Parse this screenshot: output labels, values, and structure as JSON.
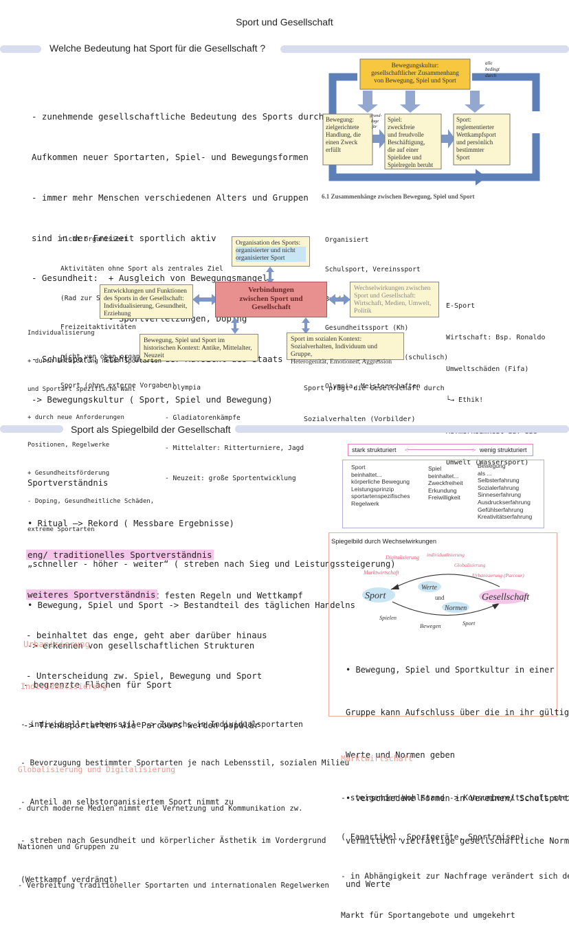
{
  "page_title": "Sport und Gesellschaft",
  "section1": {
    "heading": "Welche Bedeutung hat Sport für die Gesellschaft ?",
    "lines": [
      "- zunehmende gesellschaftliche Bedeutung des Sports durch",
      "Aufkommen neuer Sportarten, Spiel- und Bewegungsformen",
      "- immer mehr Menschen verschiedenen Alters und Gruppen",
      "sind in der Freizeit sportlich aktiv",
      "- Gesundheit:  + Ausgleich von Bewegungsmangel",
      "               - Sportverletzungen, Doping",
      "- Schulsport: steht unter der Aufsicht des Staats",
      "-> Bewegungskultur ( Sport, Spiel und Bewegung)"
    ]
  },
  "figure61": {
    "top_box": [
      "Bewegungskultur:",
      "gesellschaftlicher Zusammenhang",
      "von Bewegung, Spiel und Sport"
    ],
    "left_box": [
      "Bewegung:",
      "zielgerichtete",
      "Handlung, die",
      "einen Zweck",
      "erfüllt"
    ],
    "mid_box": [
      "Spiel:",
      "zweckfreie",
      "und freudvolle",
      "Beschäftigung,",
      "die auf einer",
      "Spielidee und",
      "Spielregeln beruht"
    ],
    "right_box": [
      "Sport:",
      "reglementierter",
      "Wettkampfsport",
      "und persönlich",
      "bestimmter",
      "Sport"
    ],
    "handnote_top": [
      "alle",
      "bedingt",
      "durch"
    ],
    "handnote_arrow": [
      "grund-",
      "lage",
      "für"
    ],
    "caption": "6.1 Zusammenhänge zwischen Bewegung, Spiel und Sport"
  },
  "mindmap": {
    "center": [
      "Verbindungen",
      "zwischen Sport und",
      "Gesellschaft"
    ],
    "top_box": [
      "Organisation des Sports:",
      "organisierter und nicht",
      "organisierter Sport"
    ],
    "left_box": [
      "Entwicklungen und Funktionen",
      "des Sports in der Gesellschaft:",
      "Individualisierung, Gesundheit,",
      "Erziehung"
    ],
    "right_box": [
      "Wechselwirkungen zwischen",
      "Sport und Gesellschaft:",
      "Wirtschaft, Medien, Umwelt,",
      "Politik"
    ],
    "bottom_left_box": [
      "Bewegung, Spiel und Sport im",
      "historischen Kontext: Antike, Mittelalter,",
      "Neuzeit"
    ],
    "bottom_right_box": [
      "Sport im sozialen Kontext:",
      "Sozialverhalten, Individuum und Gruppe,",
      "Heterogenität, Emotionen, Aggression"
    ],
    "note_nicht_organisiert": [
      "nicht organisiert",
      "Aktivitäten ohne Sport als zentrales Ziel",
      "(Rad zur Schule)",
      "Freizeitaktivitäten",
      "nicht von oben organisiert, selbst organisierter",
      "Sport (ohne externe Vorgaben)"
    ],
    "note_organisiert": [
      "Organisiert",
      "Schulsport, Vereinssport",
      "Bundes Strukturen",
      "Gesundheitssport (Kh)",
      "Förderungsprogramme (schulisch)",
      "Olympia, Meisterschaften"
    ],
    "note_esport": [
      "E-Sport",
      "Wirtschaft: Bsp. Ronaldo",
      "Umweltschäden (Fifa)",
      "└→ Ethik!",
      "Aufmerksamkeit auf die",
      "Umwelt (Wassersport)"
    ],
    "note_individualisierung": [
      "Individualisierung",
      "+ durch Entwicklung neuer Sportarten",
      "und Sportart spezifische Wahl",
      "+ durch neue Anforderungen",
      "Positionen, Regelwerke",
      "+ Gesundheitsförderung",
      "- Doping, Gesundheitliche Schäden,",
      "extreme Sportarten"
    ],
    "note_history": [
      "- Olympia",
      "- Gladiatorenkämpfe",
      "- Mittelalter: Ritterturniere, Jagd",
      "- Neuzeit: große Sportentwicklung"
    ],
    "note_social": [
      "Sport prägt die Gesellschaft durch",
      "Sozialverhalten (Vorbilder)"
    ]
  },
  "section2": {
    "heading": "Sport als Spiegelbild der Gesellschaft",
    "sportverstaendnis": [
      "Sportverständnis",
      "• Ritual —> Rekord ( Messbare Ergebnisse)",
      "„schneller - höher - weiter“ ( streben nach Sieg und Leistungssteigerung)",
      "• Bewegung, Spiel und Sport -> Bestandteil des täglichen Handelns",
      "-> erkennen von gesellschaftlichen Strukturen"
    ],
    "eng_heading": "eng/ traditionelles Sportverständnis",
    "eng_lines": [
      "- konkurrenzorientiert mit festen Regeln und Wettkampf"
    ],
    "weit_heading": "weiteres Sportverständnis",
    "weit_lines": [
      "- beinhaltet das enge, geht aber darüber hinaus",
      "- Unterscheidung zw. Spiel, Bewegung und Sport"
    ],
    "urban_heading": "Urbanisierung",
    "urban_lines": [
      "- begrenzte Flächen für Sport",
      "-> Trendsportarten wie Parcours werden populär"
    ],
    "indiv_heading": "Individualisierung",
    "indiv_lines": [
      "- individuelle Lebensstile -> Zuwachs in Individualsportarten",
      "- Bevorzugung bestimmter Sportarten je nach Lebensstil, sozialen Milieu",
      "- Anteil an selbstorganisiertem Sport nimmt zu",
      "- streben nach Gesundheit und körperlicher Ästhetik im Vordergrund",
      "(Wettkampf verdrängt)"
    ],
    "global_heading": "Globalisierung und Digitalisierung",
    "global_lines": [
      "- durch moderne Medien nimmt die Vernetzung und Kommunikation zw.",
      "Nationen und Gruppen zu",
      "- Verbreitung traditioneller Sportarten und internationalen Regelwerken"
    ]
  },
  "structure_box": {
    "left_label": "stark strukturiert",
    "right_label": "wenig strukturiert",
    "col_sport": [
      "Sport",
      "beinhaltet...",
      "körperliche Bewegung",
      "Leistungsprinzip",
      "sportartenspezifisches",
      "Regelwerk"
    ],
    "col_spiel": [
      "Spiel",
      "beinhaltet...",
      "Zweckfreiheit",
      "Erkundung",
      "Freiwilligkeit"
    ],
    "col_bewegung": [
      "Bewegung",
      "als ...",
      "Selbsterfahrung",
      "Sozialerfahrung",
      "Sinneserfahrung",
      "Ausdruckserfahrung",
      "Gefühlserfahrung",
      "Kreativitätserfahrung"
    ]
  },
  "mirror_box": {
    "title": "Spiegelbild durch Wechselwirkungen",
    "sketch": {
      "sport": "Sport",
      "gesellschaft": "Gesellschaft",
      "werte": "Werte",
      "und": "und",
      "normen": "Normen",
      "digital": "Digitalisierung",
      "indiv": "individualisierung",
      "global": "Globalisierung",
      "markt": "Marktwirtschaft",
      "urban": "Urbanisierung (Parcour)",
      "spielen": "Spielen",
      "bewegen": "Bewegen",
      "sport2": "Sport"
    },
    "bullets": [
      "• Bewegung, Spiel und Sportkultur in einer",
      "Gruppe kann Aufschluss über die in ihr gültigen",
      "Werte und Normen geben",
      "• verschiedene Formen in Vereinen/ Schulsport",
      "vermitteln vielfältige gesellschaftliche Normen",
      "und Werte"
    ]
  },
  "markt": {
    "heading": "Marktwirtschaft",
    "lines": [
      "- steigender Wohlstand -> Konsumbereitschaft steigt",
      "( Fanartikel, Sportgeräte, Sportreisen)",
      "- in Abhängigkeit zur Nachfrage verändert sich der",
      "Markt für Sportangebote und umgekehrt"
    ]
  },
  "colors": {
    "bar": "#d8dcef",
    "pink_heading": "#ef9a90",
    "highlight": "#f6c6ea",
    "box_yellow": "#fbf6cf",
    "center_red": "#e88f8f",
    "mirror_border": "#f2a99f"
  }
}
